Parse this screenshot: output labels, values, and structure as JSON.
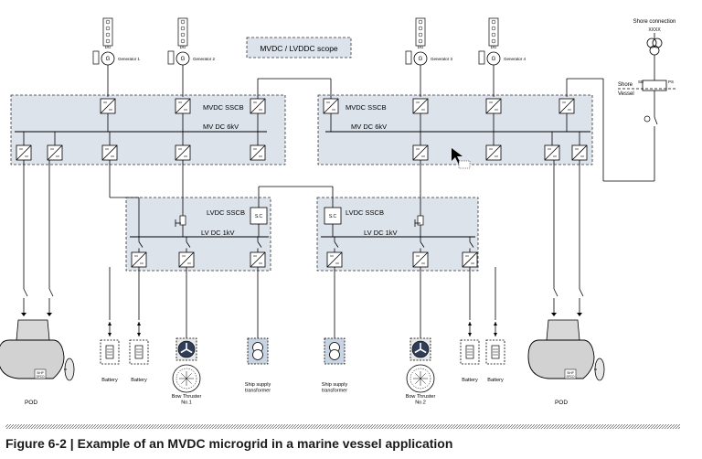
{
  "scope_label": "MVDC / LVDDC scope",
  "shore": {
    "title": "Shore connection",
    "code": "XXXX",
    "shore_label": "Shore",
    "vessel_label": "Vessel",
    "sb": "SB",
    "ps": "PS"
  },
  "generators": [
    {
      "label": "Generator 1",
      "tag": "DG"
    },
    {
      "label": "Generator 2",
      "tag": "DG"
    },
    {
      "label": "Generator 3",
      "tag": "DG"
    },
    {
      "label": "Generator 4",
      "tag": "DG"
    }
  ],
  "mv_left": {
    "sscb": "MVDC SSCB",
    "bus": "MV DC 6kV"
  },
  "mv_right": {
    "sscb": "MVDC SSCB",
    "bus": "MV DC 6kV"
  },
  "lv_left": {
    "sscb": "LVDC SSCB",
    "bus": "LV DC 1kV",
    "ssc": "S.C"
  },
  "lv_right": {
    "sscb": "LVDC SSCB",
    "bus": "LV DC 1kV",
    "ssc": "S.C"
  },
  "loads": {
    "pod_left": "POD",
    "pod_right": "POD",
    "pod_tag": "SIHP\nSPCO",
    "battery": "Battery",
    "bow_thruster_1": "Bow Thruster\nNo.1",
    "bow_thruster_2": "Bow Thruster\nNo.2",
    "ship_supply": "Ship supply\ntransformer"
  },
  "caption": "Figure 6-2 | Example of an MVDC microgrid in a marine vessel application",
  "colors": {
    "panel": "#dde3eb",
    "line": "#000000",
    "dash": "#444444",
    "caption": "#1a1a1a"
  }
}
